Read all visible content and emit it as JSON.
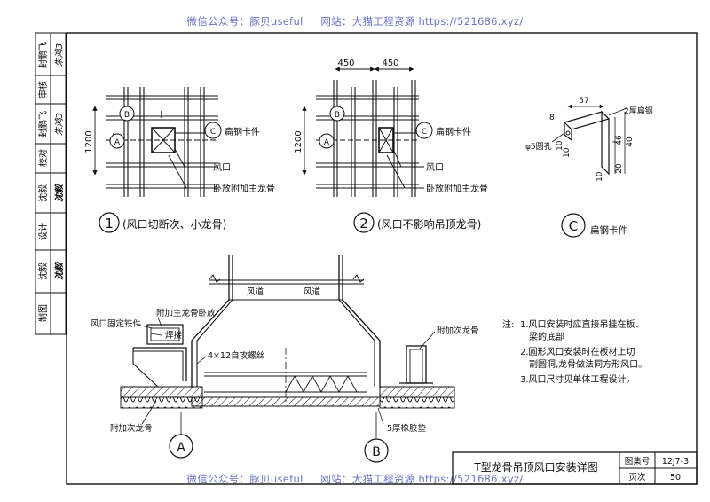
{
  "watermark": {
    "text": "微信公众号：豚贝useful ｜ 网站：大猫工程资源 https://521686.xyz/"
  },
  "side_bar": {
    "labels": [
      "审核",
      "校对",
      "设计",
      "制图"
    ],
    "names": [
      "封鹏飞",
      "封鹏飞",
      "沈毅",
      "沈毅"
    ],
    "signatures": [
      "朱鸿3",
      "朱鸿3",
      "沈毅",
      "沈毅"
    ]
  },
  "detail1": {
    "dim_1200": "1200",
    "callout_c": "扁钢卡件",
    "callout_vent": "风口",
    "callout_main": "卧放附加主龙骨",
    "label_b": "B",
    "label_a": "A",
    "label_c": "C",
    "number": "1",
    "caption": "(风口切断次、小龙骨)"
  },
  "detail2": {
    "dim_450_left": "450",
    "dim_450_right": "450",
    "dim_1200": "1200",
    "callout_c": "扁钢卡件",
    "callout_vent": "风口",
    "callout_main": "卧放附加主龙骨",
    "label_b": "B",
    "label_a": "A",
    "label_c": "C",
    "number": "2",
    "caption": "(风口不影响吊顶龙骨)"
  },
  "detailC": {
    "dim_57": "57",
    "flat_steel": "2厚扁钢",
    "hole": "φ5圆孔",
    "dim_8": "8",
    "dim_10a": "10",
    "dim_10b": "10",
    "dim_10c": "10",
    "dim_46": "46",
    "dim_20": "20",
    "dim_40": "40",
    "label": "C",
    "caption": "扁钢卡件"
  },
  "section": {
    "duct_left": "风道",
    "duct_right": "风道",
    "vent_fix": "风口固定铁件",
    "main_flat": "附加主龙骨卧放",
    "weld": "焊接",
    "screw": "4×12自攻螺丝",
    "secondary_right": "附加次龙骨",
    "secondary_left": "附加次龙骨",
    "gasket": "5厚橡胶垫",
    "label_a": "A",
    "label_b": "B"
  },
  "notes": {
    "head": "注:",
    "items": [
      "1.风口安装时应直接吊挂在板、",
      "梁的底部",
      "2.圆形风口安装时在板材上切",
      "割圆洞,龙骨做法同方形风口。",
      "3.风口尺寸见单体工程设计。"
    ]
  },
  "title_block": {
    "title": "T型龙骨吊顶风口安装详图",
    "atlas_label": "图集号",
    "atlas_value": "12J7-3",
    "page_label": "页次",
    "page_value": "50"
  }
}
